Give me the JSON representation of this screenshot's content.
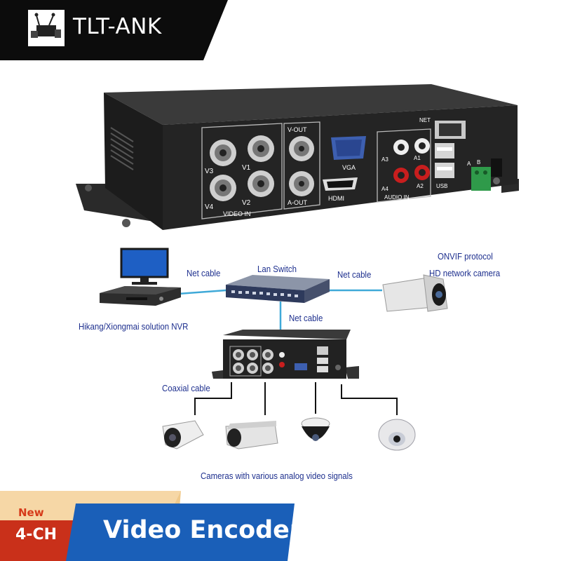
{
  "brand": {
    "name": "TLT-ANK"
  },
  "device_panel": {
    "video_in_label": "VIDEO IN",
    "v_labels": [
      "V3",
      "V1",
      "V4",
      "V2"
    ],
    "v_out_label": "V-OUT",
    "a_out_label": "A-OUT",
    "vga_label": "VGA",
    "hdmi_label": "HDMI",
    "audio_in_label": "AUDIO IN",
    "a_labels": [
      "A3",
      "A1",
      "A4",
      "A2"
    ],
    "net_label": "NET",
    "usb_label": "USB",
    "ab_labels": [
      "A",
      "B"
    ]
  },
  "diagram": {
    "net_cable_left": "Net cable",
    "lan_switch": "Lan Switch",
    "net_cable_right": "Net cable",
    "onvif_line1": "ONVIF protocol",
    "onvif_line2": "HD network camera",
    "nvr_label": "Hikang/Xiongmai solution NVR",
    "net_cable_down": "Net cable",
    "coaxial_cable": "Coaxial cable",
    "cameras_label": "Cameras with various analog video signals"
  },
  "banner": {
    "new_tag": "New",
    "channels": "4-CH",
    "title": "Video Encoder"
  },
  "colors": {
    "cable": "#3fa9d8",
    "banner_blue": "#1a5fb8",
    "brand_bg": "#0c0c0c",
    "gold": "#f0c98a"
  }
}
